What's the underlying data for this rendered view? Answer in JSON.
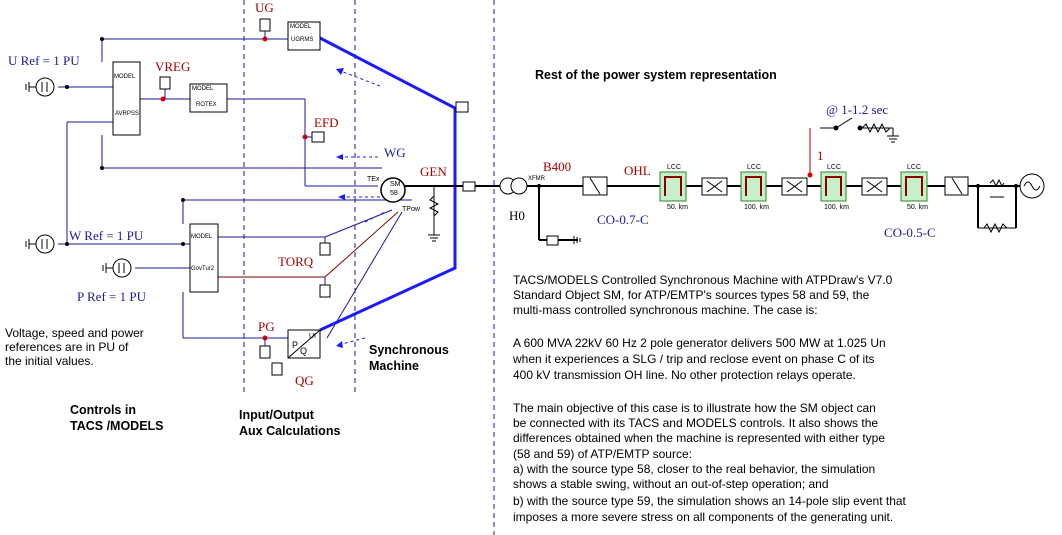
{
  "labels": {
    "ug": "UG",
    "u_ref": "U Ref = 1 PU",
    "vreg": "VREG",
    "efd": "EFD",
    "wg": "WG",
    "gen": "GEN",
    "w_ref": "W Ref = 1 PU",
    "p_ref": "P Ref = 1 PU",
    "torq": "TORQ",
    "pg": "PG",
    "qg": "QG",
    "b400": "B400",
    "ohl": "OHL",
    "h0": "H0",
    "tex": "TEx",
    "tpow": "TPow",
    "sm": "SM",
    "sm58": "58",
    "xfmr": "XFMR",
    "node1": "1",
    "cb1": "CO-0.7-C",
    "cb2": "CO-0.5-C",
    "switch_time": "@ 1-1.2 sec"
  },
  "headings": {
    "rest": "Rest of the power system representation",
    "sync1": "Synchronous",
    "sync2": "Machine",
    "controls1": "Controls in",
    "controls2": "TACS /MODELS",
    "io1": "Input/Output",
    "io2": "Aux Calculations"
  },
  "notes": {
    "refs1": "Voltage, speed and power",
    "refs2": "references are in PU of",
    "refs3": "the initial values."
  },
  "models": {
    "model_word": "MODEL",
    "avr": "AVRPSS",
    "rotex": "ROTEX",
    "urms": "UGRMS",
    "gov": "GovTur2",
    "pq_p": "P",
    "pq_q": "Q",
    "pq_ui": "UI"
  },
  "lcc": [
    {
      "title": "LCC",
      "len": "50. km"
    },
    {
      "title": "LCC",
      "len": "100. km"
    },
    {
      "title": "LCC",
      "len": "100. km"
    },
    {
      "title": "LCC",
      "len": "50. km"
    }
  ],
  "description": {
    "p1": [
      "TACS/MODELS Controlled Synchronous Machine with ATPDraw's V7.0",
      "Standard Object SM, for ATP/EMTP's sources types 58 and 59, the",
      "multi-mass controlled synchronous machine.  The case is:"
    ],
    "p2": [
      "A 600 MVA 22kV 60 Hz 2 pole generator delivers 500 MW at 1.025 Un",
      "when it experiences a SLG / trip and reclose event on phase C of its",
      "400 kV transmission OH line.  No other protection relays operate."
    ],
    "p3": [
      "The main objective of this case is to illustrate how the SM object can",
      "be connected with its TACS and MODELS controls. It also shows the",
      "differences obtained when the machine is represented with either type",
      "(58 and 59) of ATP/EMTP source:",
      "a) with the source type 58, closer to the real behavior, the simulation",
      "    shows a stable swing, without an out-of-step operation; and",
      "b) with the source type 59, the simulation shows an 14-pole slip event that",
      "    imposes a more severe stress on all components of the generating unit."
    ]
  }
}
